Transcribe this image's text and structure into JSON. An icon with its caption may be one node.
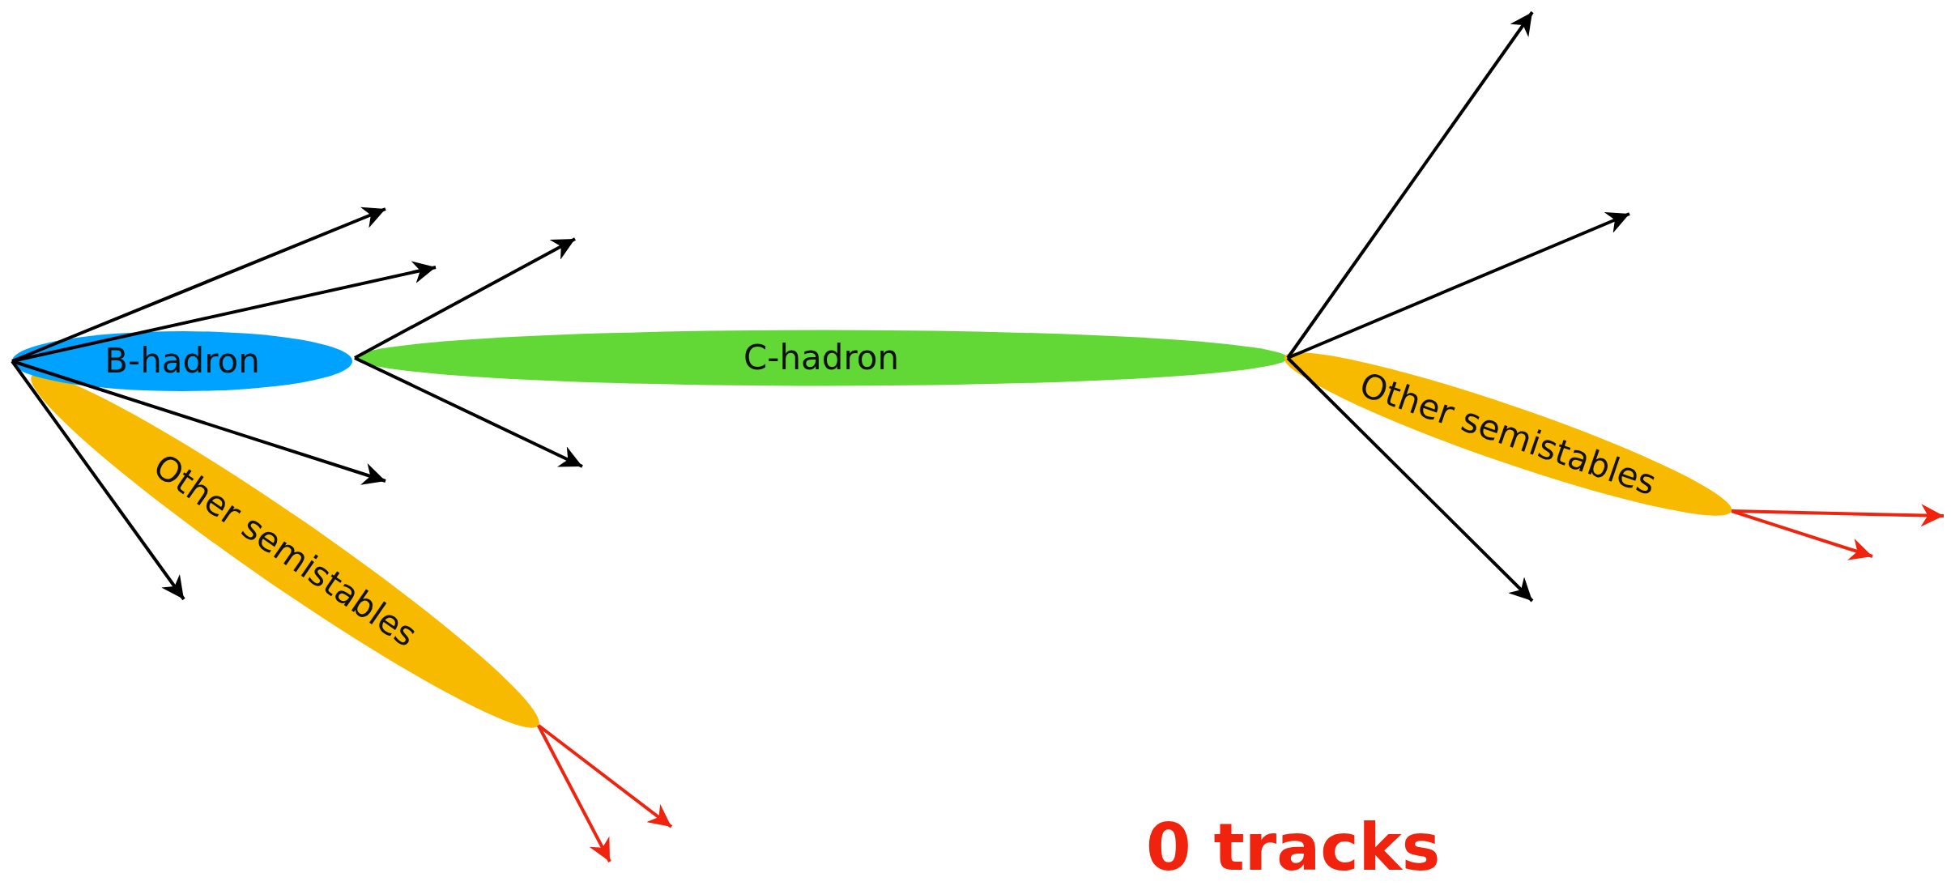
{
  "diagram": {
    "nodes": [
      {
        "text": [
          "B-hadron"
        ]
      },
      {
        "text": [
          "C-hadron"
        ]
      },
      {
        "text": [
          "Other semistables"
        ]
      },
      {
        "text": [
          "Other semistables"
        ]
      }
    ],
    "edges": [
      {
        "from": 0,
        "to": null,
        "arrow": "to"
      },
      {
        "from": 0,
        "to": null,
        "arrow": "to"
      },
      {
        "from": 0,
        "to": null,
        "arrow": "to"
      },
      {
        "from": 0,
        "to": null,
        "arrow": "to"
      },
      {
        "from": 1,
        "to": null,
        "arrow": "to"
      },
      {
        "from": 1,
        "to": null,
        "arrow": "to"
      },
      {
        "from": 1,
        "to": null,
        "arrow": "to"
      },
      {
        "from": 1,
        "to": null,
        "arrow": "to"
      },
      {
        "from": 1,
        "to": null,
        "arrow": "to"
      },
      {
        "from": 2,
        "to": null,
        "arrow": "to",
        "color": "#f0230f"
      },
      {
        "from": 2,
        "to": null,
        "arrow": "to",
        "color": "#f0230f"
      },
      {
        "from": 3,
        "to": null,
        "arrow": "to",
        "color": "#f0230f"
      },
      {
        "from": 3,
        "to": null,
        "arrow": "to",
        "color": "#f0230f"
      }
    ],
    "labels": [
      "0 tracks"
    ]
  }
}
